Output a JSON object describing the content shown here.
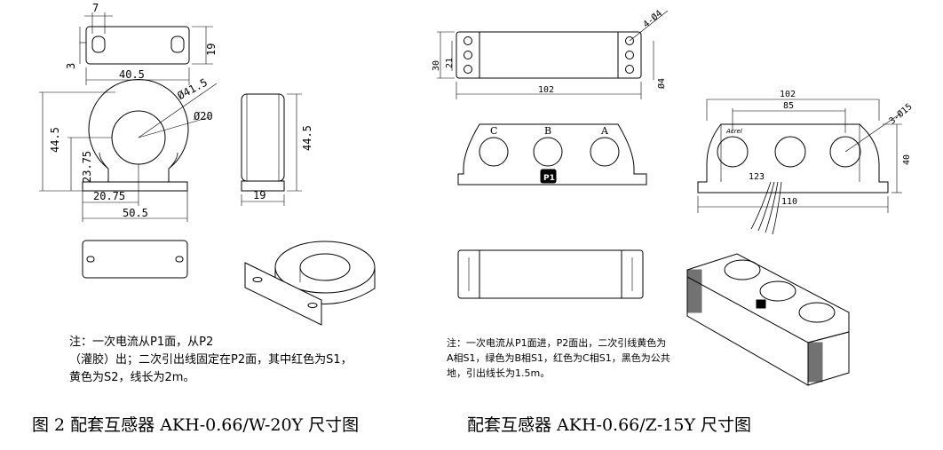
{
  "left_figure": {
    "dims": {
      "tab_width": "7",
      "slot_offset": "3",
      "top_width": "40.5",
      "top_height": "19",
      "outer_diameter": "Ø41.5",
      "inner_diameter": "Ø20",
      "height": "44.5",
      "center_height": "23.75",
      "center_offset": "20.75",
      "base_width": "50.5",
      "side_height": "44.5",
      "side_width": "19"
    },
    "note_lines": [
      "注：一次电流从P1面，从P2",
      "（灌胶）出；二次引出线固定在P2面，其中红色为S1，",
      "黄色为S2，线长为2m。"
    ],
    "caption": "图 2 配套互感器 AKH-0.66/W-20Y 尺寸图"
  },
  "right_figure": {
    "dims": {
      "height_30": "30",
      "height_21": "21",
      "hole_label": "4-Ø4",
      "hole_size": "Ø4",
      "top_length": "102",
      "front_length": "102",
      "hole_span": "85",
      "holes_label": "3-Ø15",
      "front_height": "40",
      "base_length": "110"
    },
    "phases": [
      "C",
      "B",
      "A"
    ],
    "p1_mark": "P1",
    "terminal_label": "123",
    "brand": "Acrel",
    "note_lines": [
      "注：一次电流从P1面进，P2面出，二次引线黄色为",
      "A相S1，绿色为B相S1，红色为C相S1，黑色为公共",
      "地，引出线长为1.5m。"
    ],
    "caption": "配套互感器 AKH-0.66/Z-15Y 尺寸图"
  }
}
